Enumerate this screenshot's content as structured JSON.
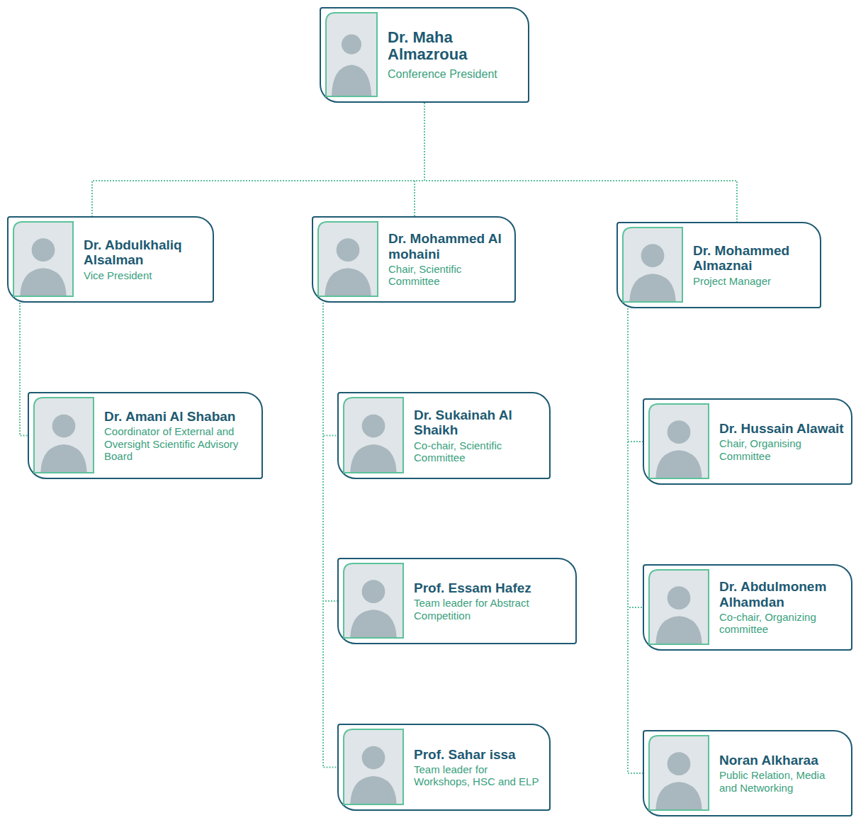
{
  "diagram": {
    "nodes": [
      {
        "text": [
          "Dr. Maha Almazroua",
          "Conference President"
        ]
      },
      {
        "text": [
          "Dr. Abdulkhaliq Alsalman",
          "Vice President"
        ]
      },
      {
        "text": [
          "Dr. Mohammed Al mohaini",
          "Chair, Scientific Committee"
        ]
      },
      {
        "text": [
          "Dr. Mohammed Almaznai",
          "Project Manager"
        ]
      },
      {
        "text": [
          "Dr. Amani Al Shaban",
          "Coordinator of External and Oversight Scientific Advisory Board"
        ]
      },
      {
        "text": [
          "Dr. Sukainah Al Shaikh",
          "Co-chair, Scientific Committee"
        ]
      },
      {
        "text": [
          "Dr. Hussain Alawait",
          "Chair, Organising Committee"
        ]
      },
      {
        "text": [
          "Prof. Essam Hafez",
          "Team leader for Abstract Competition"
        ]
      },
      {
        "text": [
          "Dr. Abdulmonem Alhamdan",
          "Co-chair, Organizing committee"
        ]
      },
      {
        "text": [
          "Prof. Sahar issa",
          "Team leader for Workshops, HSC and ELP"
        ]
      },
      {
        "text": [
          "Noran Alkharaa",
          "Public Relation, Media and Networking"
        ]
      }
    ],
    "edges": [
      {
        "from": 0,
        "to": 1,
        "arrow": "none"
      },
      {
        "from": 0,
        "to": 2,
        "arrow": "none"
      },
      {
        "from": 0,
        "to": 3,
        "arrow": "none"
      },
      {
        "from": 1,
        "to": 4,
        "arrow": "none"
      },
      {
        "from": 2,
        "to": 5,
        "arrow": "none"
      },
      {
        "from": 2,
        "to": 7,
        "arrow": "none"
      },
      {
        "from": 2,
        "to": 9,
        "arrow": "none"
      },
      {
        "from": 3,
        "to": 6,
        "arrow": "none"
      },
      {
        "from": 3,
        "to": 8,
        "arrow": "none"
      },
      {
        "from": 3,
        "to": 10,
        "arrow": "none"
      }
    ]
  }
}
